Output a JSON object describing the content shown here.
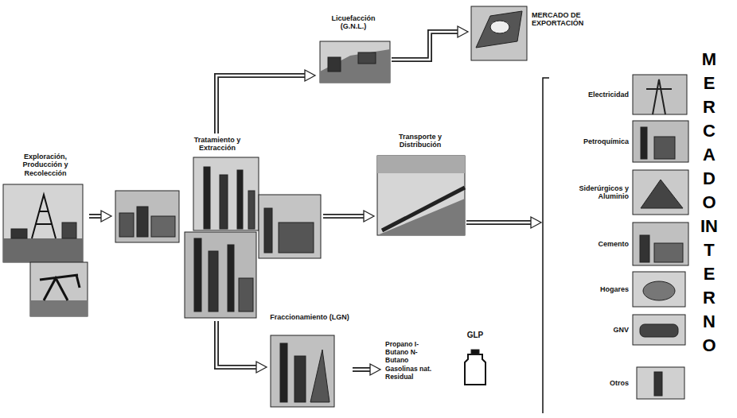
{
  "diagram": {
    "nodes": [
      {
        "text": [
          "Exploración, Producción y Recolección"
        ]
      },
      {
        "text": [
          "Tratamiento y Extracción"
        ]
      },
      {
        "text": [
          "Licuefacción (G.N.L.)"
        ]
      },
      {
        "text": [
          "MERCADO DE EXPORTACIÓN"
        ]
      },
      {
        "text": [
          "Transporte y Distribución"
        ]
      },
      {
        "text": [
          "Fraccionamiento (LGN)"
        ]
      },
      {
        "text": [
          "Propano I-Butano N-Butano Gasolinas nat. Residual"
        ]
      },
      {
        "text": [
          "GLP"
        ]
      },
      {
        "text": [
          "MERCADO INTERNO"
        ]
      },
      {
        "text": [
          "Electricidad"
        ],
        "in": 8
      },
      {
        "text": [
          "Petroquímica"
        ],
        "in": 8
      },
      {
        "text": [
          "Siderúrgicos y Aluminio"
        ],
        "in": 8
      },
      {
        "text": [
          "Cemento"
        ],
        "in": 8
      },
      {
        "text": [
          "Hogares"
        ],
        "in": 8
      },
      {
        "text": [
          "GNV"
        ],
        "in": 8
      },
      {
        "text": [
          "Otros"
        ],
        "in": 8
      }
    ],
    "edges": [
      {
        "from": 0,
        "to": 1,
        "arrow": "to"
      },
      {
        "from": 1,
        "to": 2,
        "arrow": "to"
      },
      {
        "from": 2,
        "to": 3,
        "arrow": "to"
      },
      {
        "from": 1,
        "to": 4,
        "arrow": "to"
      },
      {
        "from": 4,
        "to": 8,
        "arrow": "to"
      },
      {
        "from": 1,
        "to": 5,
        "arrow": "to"
      },
      {
        "from": 5,
        "to": 6,
        "arrow": "to"
      }
    ]
  }
}
